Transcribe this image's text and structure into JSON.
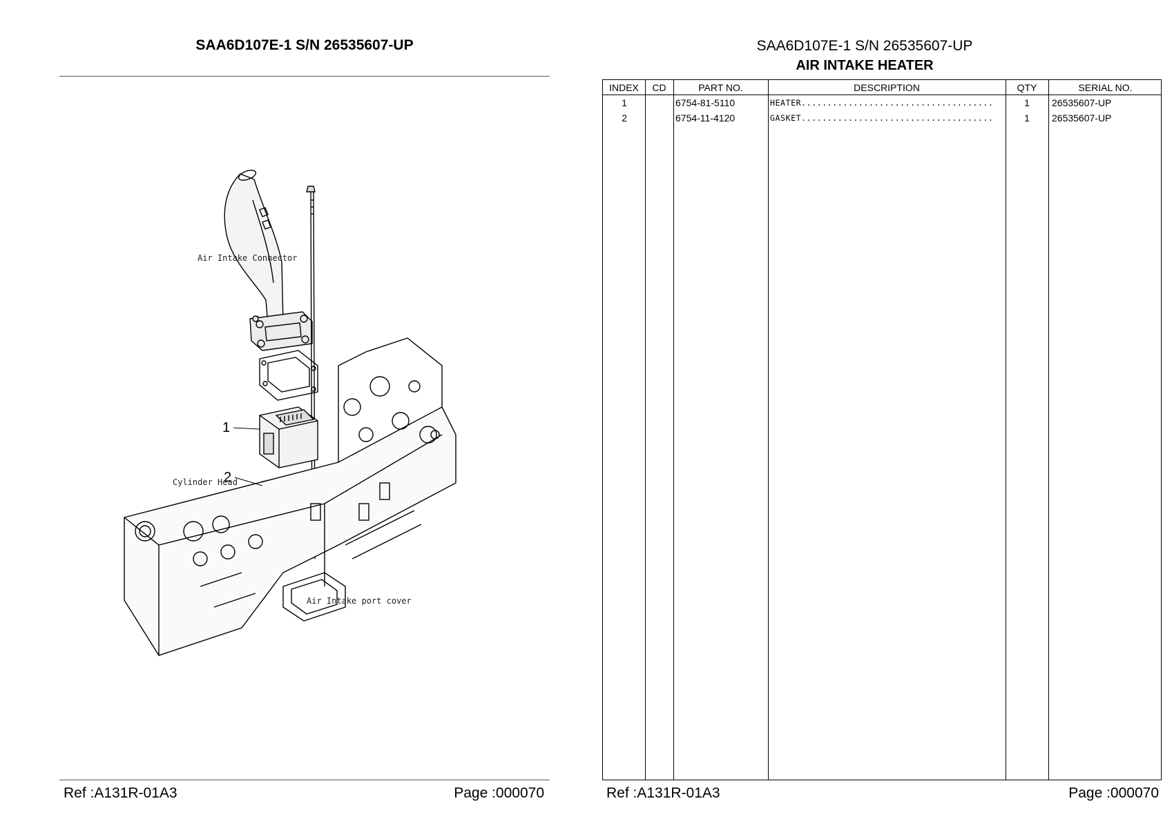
{
  "left_page": {
    "title": "SAA6D107E-1 S/N 26535607-UP",
    "labels": {
      "air_intake_connector": "Air Intake Connector",
      "cylinder_head": "Cylinder Head",
      "air_intake_port_cover": "Air Intake port cover",
      "callout_1": "1",
      "callout_2": "2"
    },
    "footer": {
      "ref": "Ref :A131R-01A3",
      "page": "Page :000070"
    }
  },
  "right_page": {
    "title": "SAA6D107E-1 S/N 26535607-UP",
    "subtitle": "AIR INTAKE HEATER",
    "table": {
      "headers": {
        "index": "INDEX",
        "cd": "CD",
        "part_no": "PART NO.",
        "description": "DESCRIPTION",
        "qty": "QTY",
        "serial_no": "SERIAL NO."
      },
      "rows": [
        {
          "index": "1",
          "cd": "",
          "part_no": "6754-81-5110",
          "description": "HEATER.....................................",
          "qty": "1",
          "serial_no": "26535607-UP"
        },
        {
          "index": "2",
          "cd": "",
          "part_no": "6754-11-4120",
          "description": "GASKET.....................................",
          "qty": "1",
          "serial_no": "26535607-UP"
        }
      ]
    },
    "footer": {
      "ref": "Ref :A131R-01A3",
      "page": "Page :000070"
    }
  }
}
